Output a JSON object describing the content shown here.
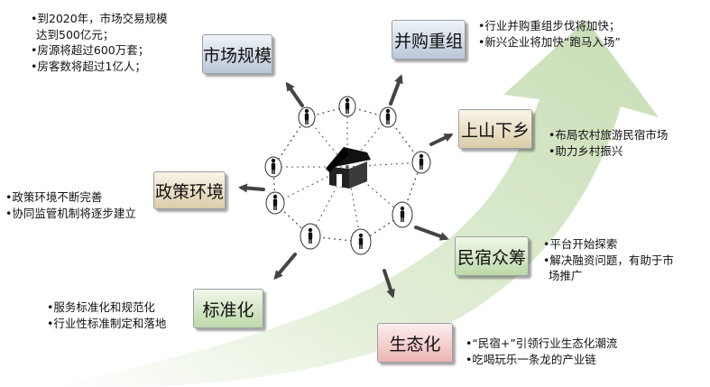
{
  "nodes": {
    "market": {
      "label": "市场规模",
      "notes": [
        "•到2020年，市场交易规模",
        "  达到500亿元；",
        "•房源将超过600万套；",
        "•房客数将超过1亿人；"
      ]
    },
    "merger": {
      "label": "并购重组",
      "notes": [
        "•行业并购重组步伐将加快；",
        "•新兴企业将加快“跑马入场”"
      ]
    },
    "rural": {
      "label": "上山下乡",
      "notes": [
        "•布局农村旅游民宿市场",
        "•助力乡村振兴"
      ]
    },
    "policy": {
      "label": "政策环境",
      "notes": [
        "•政策环境不断完善",
        "•协同监管机制将逐步建立"
      ]
    },
    "crowd": {
      "label": "民宿众筹",
      "notes": [
        "•平台开始探索",
        "•解决融资问题，有助于市",
        "  场推广"
      ]
    },
    "standard": {
      "label": "标准化",
      "notes": [
        "•服务标准化和规范化",
        "•行业性标准制定和落地"
      ]
    },
    "eco": {
      "label": "生态化",
      "notes": [
        "•“民宿+”引领行业生态化潮流",
        "•吃喝玩乐一条龙的产业链"
      ]
    }
  },
  "icons": {
    "center": "house-icon",
    "ring": "person-icon",
    "links": "arrow-icon"
  },
  "colors": {
    "arrow_band": "#cfe3bf",
    "blue": "#b9c7d6",
    "tan": "#dacda9",
    "green": "#bdd8a8",
    "pink": "#eeb4b4"
  }
}
